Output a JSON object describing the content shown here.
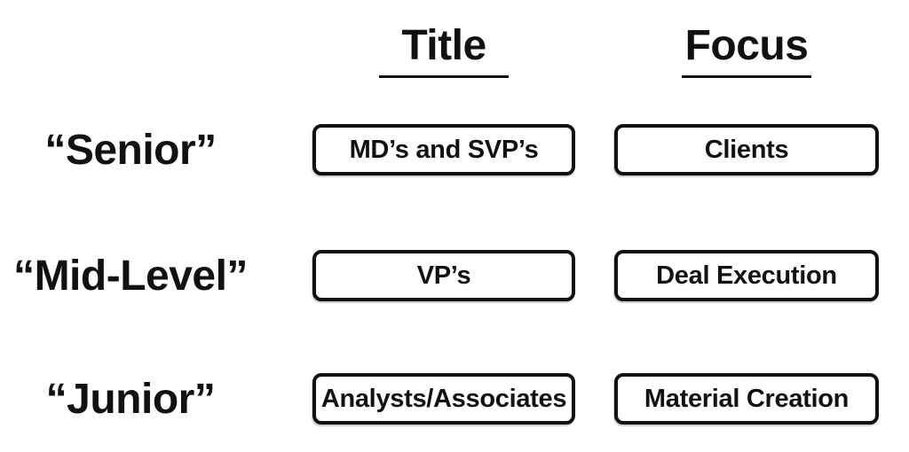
{
  "diagram": {
    "headers": [
      {
        "label": "Title"
      },
      {
        "label": "Focus"
      }
    ],
    "rows": [
      {
        "label": "“Senior”",
        "title": "MD’s and SVP’s",
        "focus": "Clients"
      },
      {
        "label": "“Mid-Level”",
        "title": "VP’s",
        "focus": "Deal Execution"
      },
      {
        "label": "“Junior”",
        "title": "Analysts/Associates",
        "focus": "Material Creation"
      }
    ],
    "colors": {
      "text": "#111111",
      "border": "#111111",
      "background": "#ffffff"
    }
  }
}
